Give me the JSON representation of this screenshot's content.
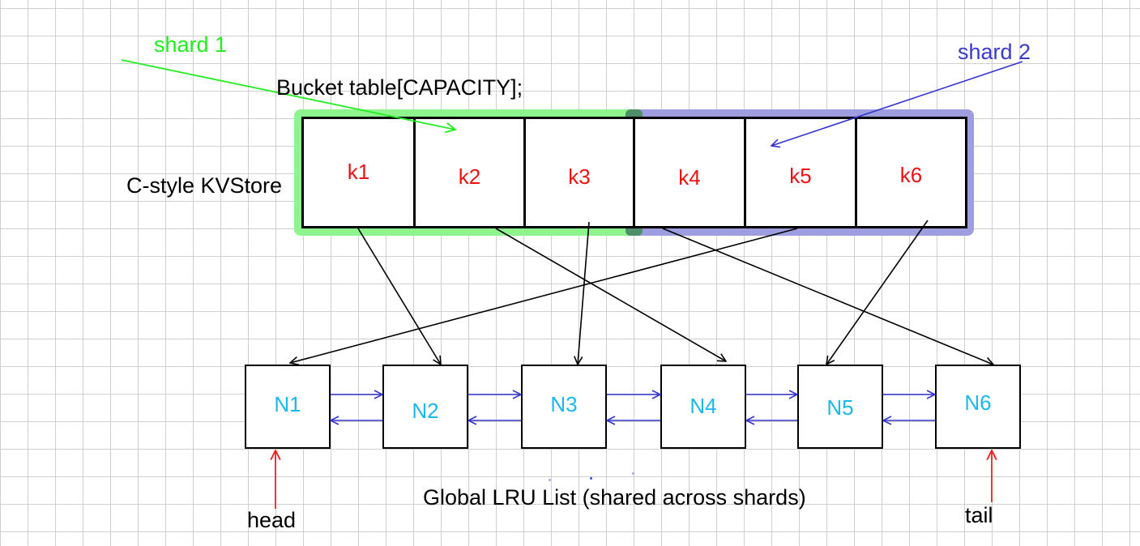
{
  "labels": {
    "shard1": "shard 1",
    "shard2": "shard 2",
    "bucket_table": "Bucket table[CAPACITY];",
    "kvstore": "C-style KVStore",
    "lru_list": "Global LRU List (shared across shards)",
    "head": "head",
    "tail": "tail"
  },
  "buckets": [
    "k1",
    "k2",
    "k3",
    "k4",
    "k5",
    "k6"
  ],
  "nodes": [
    "N1",
    "N2",
    "N3",
    "N4",
    "N5",
    "N6"
  ],
  "colors": {
    "shard1": "#22ee22",
    "shard2": "#4040cc",
    "shard1_fill": "#8ef58e",
    "shard2_fill": "#9d9de0",
    "overlap_fill": "#4e8f6a",
    "bucket_key": "#ee1111",
    "node_label": "#1ab8ee",
    "link_arrow": "#3333cc",
    "pointer_arrow": "#ee2222",
    "mapping_arrow": "#000000"
  }
}
